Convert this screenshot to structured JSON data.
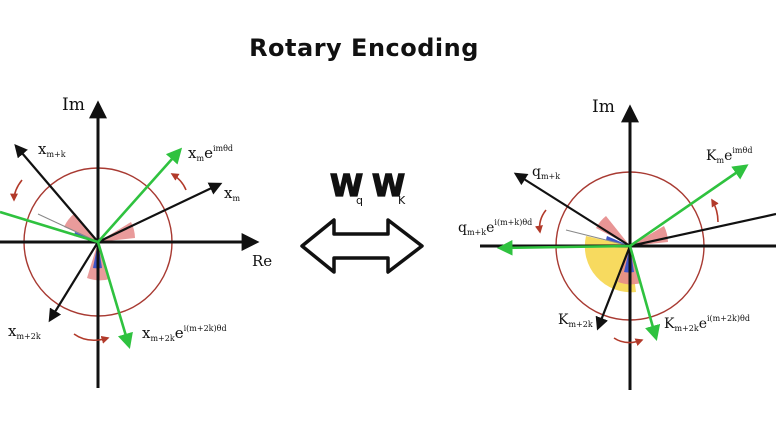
{
  "title": "Rotary Encoding",
  "colors": {
    "axis": "#111111",
    "circle": "#a83a32",
    "green_vector": "#2fc23f",
    "black_vector": "#111111",
    "rotation_arrow": "#b23a2a",
    "angle_red": "#e58a8a",
    "angle_blue": "#3f55c8",
    "angle_yellow": "#f6d64e"
  },
  "left_panel": {
    "axis_im": "Im",
    "axis_re": "Re",
    "labels": {
      "x_m_base": "x",
      "x_m_sub": "m",
      "x_mk_base": "x",
      "x_mk_sub": "m+k",
      "x_m2k_base": "x",
      "x_m2k_sub": "m+2k",
      "xm_rot_base": "x",
      "xm_rot_sub": "m",
      "xm_rot_e": "e",
      "xm_rot_exp": "imθd",
      "xm2k_rot_base": "x",
      "xm2k_rot_sub": "m+2k",
      "xm2k_rot_e": "e",
      "xm2k_rot_exp": "i(m+2k)θd"
    }
  },
  "middle": {
    "wq_base": "W",
    "wq_sub": "q",
    "wk_base": "W",
    "wk_sub": "K",
    "double_arrow_icon": "double-arrow-icon"
  },
  "right_panel": {
    "axis_im": "Im",
    "labels": {
      "q_mk_base": "q",
      "q_mk_sub": "m+k",
      "q_mk_rot_base": "q",
      "q_mk_rot_sub": "m+k",
      "q_mk_rot_e": "e",
      "q_mk_rot_exp": "i(m+k)θd",
      "k_m_rot_base": "K",
      "k_m_rot_sub": "m",
      "k_m_rot_e": "e",
      "k_m_rot_exp": "imθd",
      "k_m2k_base": "K",
      "k_m2k_sub": "m+2k",
      "k_m2k_rot_base": "K",
      "k_m2k_rot_sub": "m+2k",
      "k_m2k_rot_e": "e",
      "k_m2k_rot_exp": "i(m+2k)θd"
    }
  }
}
